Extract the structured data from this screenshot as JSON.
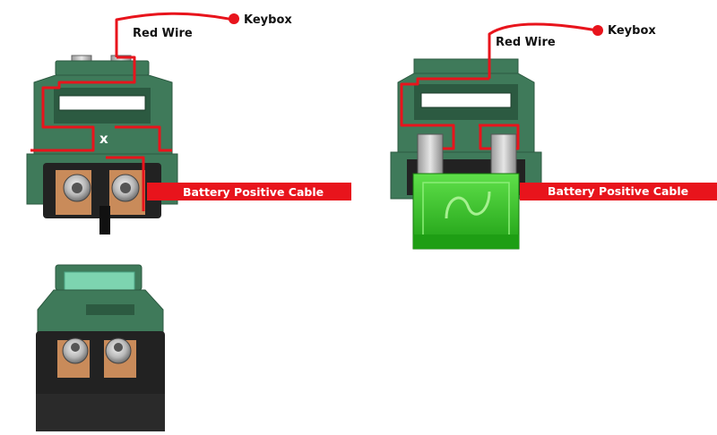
{
  "labels": {
    "keybox": "Keybox",
    "red_wire": "Red Wire",
    "battery_cable": "Battery Positive Cable",
    "x_mark": "x"
  },
  "colors": {
    "housing": "#3f7a5a",
    "housing_dark": "#2c5a41",
    "housing_light": "#5c9878",
    "wire_red": "#e8141c",
    "label_bar": "#e8141c",
    "terminal_metal": "#c8c8c8",
    "base_black": "#222222",
    "copper": "#c98b5a",
    "fuse_green": "#2fbf1f",
    "fuse_top_green": "#7dd4b0"
  },
  "icons": {
    "solenoid": "starter-relay-solenoid",
    "fuse": "blade-fuse",
    "wire_end": "wire-endpoint-dot"
  }
}
